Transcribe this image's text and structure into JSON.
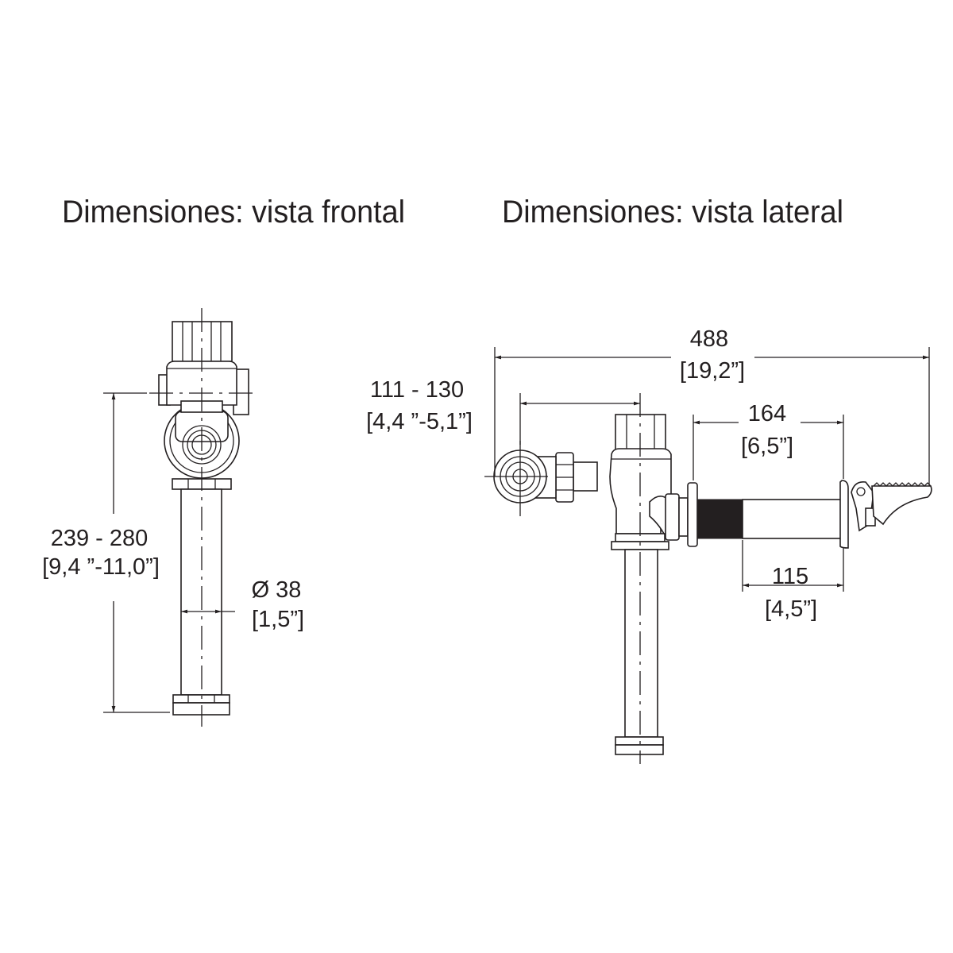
{
  "titles": {
    "front": "Dimensiones: vista frontal",
    "side": "Dimensiones: vista lateral"
  },
  "front_view": {
    "height_mm": "239 - 280",
    "height_in": "[9,4 ”-11,0”]",
    "diameter_mm": "Ø 38",
    "diameter_in": "[1,5”]"
  },
  "side_view": {
    "total_mm": "488",
    "total_in": "[19,2”]",
    "inlet_mm": "111 - 130",
    "inlet_in": "[4,4 ”-5,1”]",
    "handle_mm": "164",
    "handle_in": "[6,5”]",
    "tube_mm": "115",
    "tube_in": "[4,5”]"
  }
}
